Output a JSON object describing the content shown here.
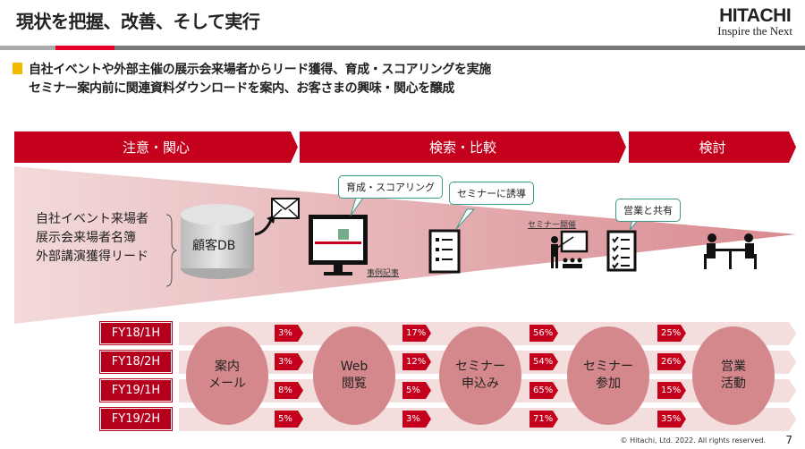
{
  "header": {
    "title": "現状を把握、改善、そして実行",
    "logo_brand": "HITACHI",
    "logo_tagline": "Inspire the Next"
  },
  "bullets": [
    "自社イベントや外部主催の展示会来場者からリード獲得、育成・スコアリングを実施",
    "セミナー案内前に関連資料ダウンロードを案内、お客さまの興味・関心を醸成"
  ],
  "phases": [
    "注意・関心",
    "検索・比較",
    "検討"
  ],
  "sources": [
    "自社イベント来場者",
    "展示会来場者名簿",
    "外部講演獲得リード"
  ],
  "db_label": "顧客DB",
  "bubbles": [
    "育成・スコアリング",
    "セミナーに誘導",
    "営業と共有"
  ],
  "captions": {
    "case_article": "事例記事",
    "seminar_held": "セミナー開催"
  },
  "icons": [
    "envelope-icon",
    "monitor-icon",
    "checklist-icon",
    "presenter-icon",
    "checked-list-icon",
    "meeting-icon"
  ],
  "periods": [
    "FY18/1H",
    "FY18/2H",
    "FY19/1H",
    "FY19/2H"
  ],
  "stages": [
    [
      "案内",
      "メール"
    ],
    [
      "Web",
      "閲覧"
    ],
    [
      "セミナー",
      "申込み"
    ],
    [
      "セミナー",
      "参加"
    ],
    [
      "営業",
      "活動"
    ]
  ],
  "rates": [
    [
      "3%",
      "17%",
      "56%",
      "25%"
    ],
    [
      "3%",
      "12%",
      "54%",
      "26%"
    ],
    [
      "8%",
      "5%",
      "65%",
      "15%"
    ],
    [
      "5%",
      "3%",
      "71%",
      "35%"
    ]
  ],
  "footer": {
    "copyright": "© Hitachi, Ltd. 2022. All rights reserved.",
    "page": "7"
  },
  "colors": {
    "red": "#c5001c",
    "yellow": "#f5b800",
    "funnel": "#e8b4b6"
  }
}
